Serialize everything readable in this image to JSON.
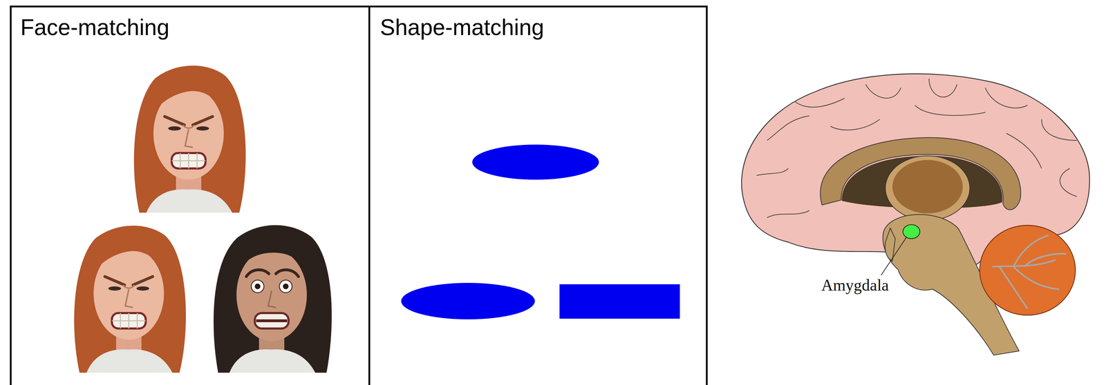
{
  "diagram": {
    "nodes": [
      {
        "text": [
          "Face-matching"
        ]
      },
      {
        "text": [
          "Shape-matching"
        ]
      }
    ],
    "labels": [
      "Amygdala"
    ]
  }
}
